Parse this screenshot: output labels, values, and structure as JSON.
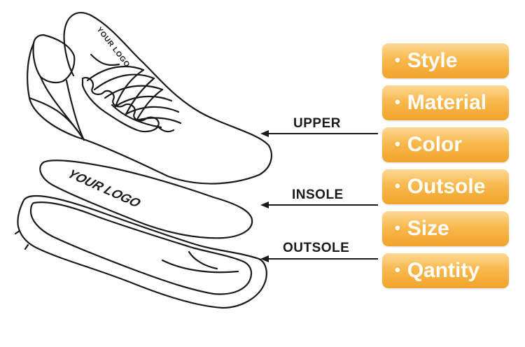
{
  "logo_text": "YOUR LOGO",
  "parts": {
    "upper": "UPPER",
    "insole": "INSOLE",
    "outsole": "OUTSOLE"
  },
  "options": [
    {
      "bullet": "•",
      "label": "Style"
    },
    {
      "bullet": "•",
      "label": "Material"
    },
    {
      "bullet": "•",
      "label": "Color"
    },
    {
      "bullet": "•",
      "label": "Outsole"
    },
    {
      "bullet": "•",
      "label": "Size"
    },
    {
      "bullet": "•",
      "label": "Qantity"
    }
  ],
  "colors": {
    "chip_top": "#fdd896",
    "chip_bottom": "#f0a32a",
    "chip_text": "#ffffff",
    "line": "#1a1a1a"
  }
}
